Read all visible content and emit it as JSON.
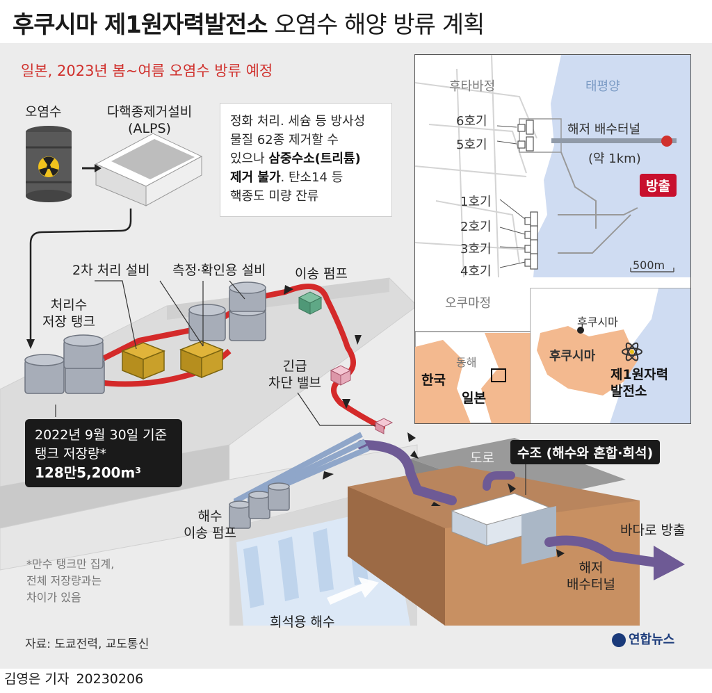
{
  "title": {
    "bold": "후쿠시마 제1원자력발전소",
    "light": "오염수 해양 방류 계획"
  },
  "subtitle": "일본, 2023년 봄~여름 오염수 방류 예정",
  "process": {
    "contaminated_water": "오염수",
    "alps_line1": "다핵종제거설비",
    "alps_line2": "(ALPS)",
    "note_line1": "정화 처리. 세슘 등 방사성",
    "note_line2": "물질 62종 제거할 수",
    "note_line3_pre": "있으나 ",
    "note_line3_bold": "삼중수소(트리튬)",
    "note_line4_bold": "제거 불가",
    "note_line4_post": ". 탄소14 등",
    "note_line5": "핵종도 미량 잔류",
    "secondary_treatment": "2차 처리 설비",
    "measurement": "측정·확인용 설비",
    "transfer_pump": "이송 펌프",
    "storage_tank_line1": "처리수",
    "storage_tank_line2": "저장 탱크",
    "emergency_valve_line1": "긴급",
    "emergency_valve_line2": "차단 밸브",
    "tank_info_line1": "2022년 9월 30일 기준",
    "tank_info_line2": "탱크 저장량*",
    "tank_info_value": "128만5,200m³",
    "road": "도로",
    "sea_water_tank": "수조 (해수와 혼합·희석)",
    "seawater_pump_line1": "해수",
    "seawater_pump_line2": "이송 펌프",
    "dilution_seawater": "희석용 해수",
    "undersea_tunnel_line1": "해저",
    "undersea_tunnel_line2": "배수터널",
    "discharge_to_sea": "바다로 방출",
    "footnote_line1": "*만수 탱크만 집계,",
    "footnote_line2": "전체 저장량과는",
    "footnote_line3": "차이가 있음"
  },
  "map": {
    "futaba": "후타바정",
    "pacific": "태평양",
    "unit6": "6호기",
    "unit5": "5호기",
    "tunnel_label": "해저 배수터널",
    "tunnel_length": "(약 1km)",
    "discharge": "방출",
    "unit1": "1호기",
    "unit2": "2호기",
    "unit3": "3호기",
    "unit4": "4호기",
    "scale": "500m",
    "okuma": "오쿠마정",
    "east_sea": "동해",
    "korea": "한국",
    "japan": "일본",
    "fukushima_city": "후쿠시마",
    "fukushima_pref": "후쿠시마",
    "plant_line1": "제1원자력",
    "plant_line2": "발전소"
  },
  "source": "자료: 도쿄전력, 교도통신",
  "logo": "연합뉴스",
  "byline": {
    "reporter": "김영은 기자",
    "date": "20230206"
  },
  "colors": {
    "accent_red": "#d0312d",
    "pipe_red": "#d42a2a",
    "discharge_purple": "#6e5a95",
    "sea_blue": "#cfdcf2",
    "prefecture_orange": "#f3b98f"
  }
}
